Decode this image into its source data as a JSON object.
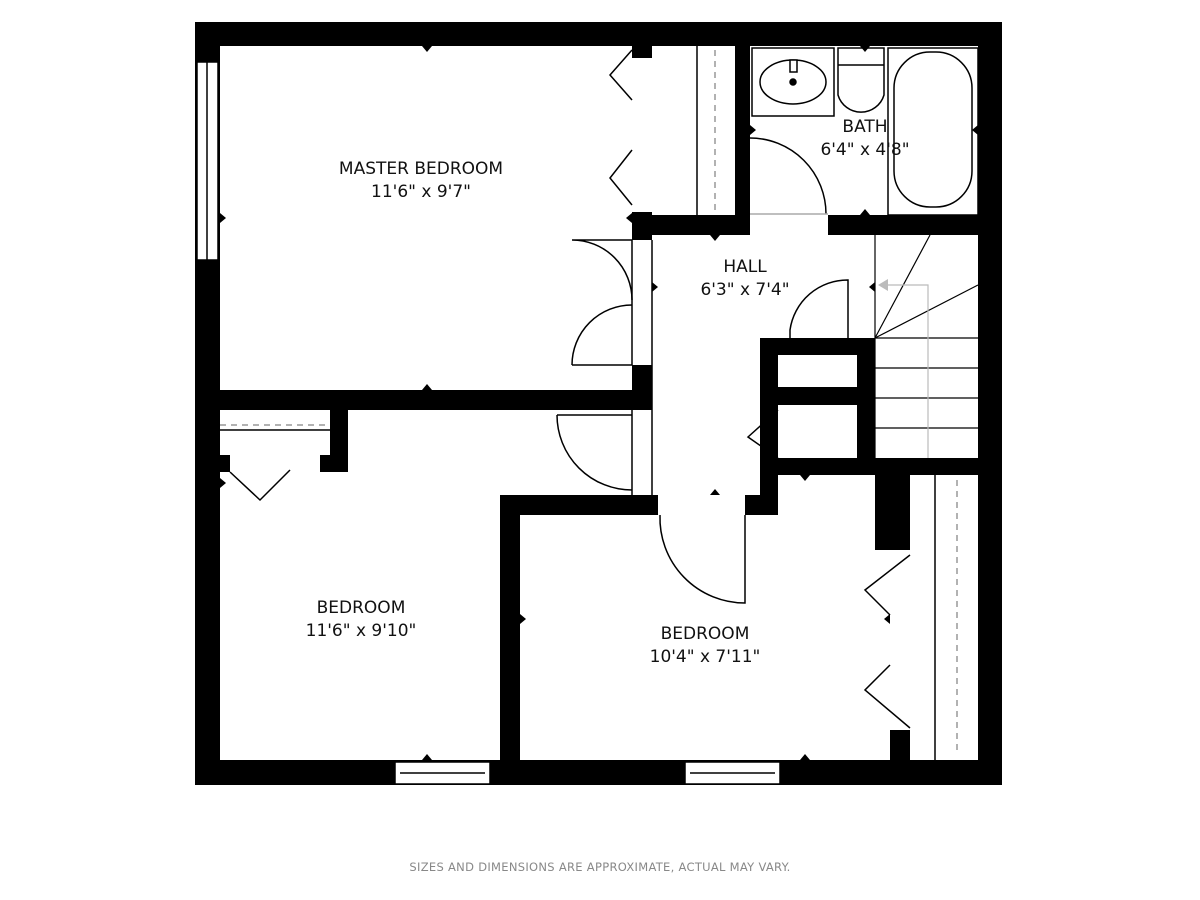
{
  "rooms": [
    {
      "name": "MASTER BEDROOM",
      "size": "11'6\" x 9'7\""
    },
    {
      "name": "BATH",
      "size": "6'4\" x 4'8\""
    },
    {
      "name": "HALL",
      "size": "6'3\" x 7'4\""
    },
    {
      "name": "BEDROOM",
      "size": "11'6\" x 9'10\""
    },
    {
      "name": "BEDROOM",
      "size": "10'4\" x 7'11\""
    }
  ],
  "footer": "SIZES AND DIMENSIONS ARE APPROXIMATE, ACTUAL MAY VARY.",
  "colors": {
    "wall": "#000000",
    "background": "#ffffff",
    "footer_text": "#888888"
  }
}
